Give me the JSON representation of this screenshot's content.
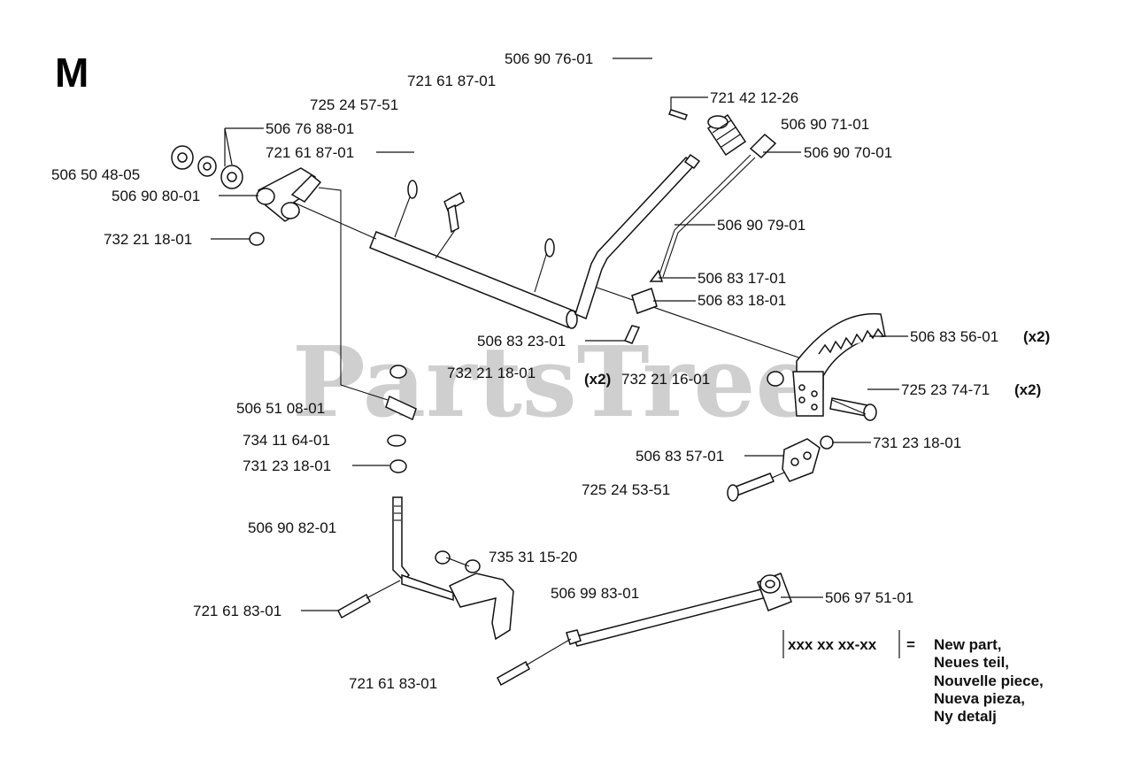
{
  "section_letter": "M",
  "watermark": "PartsTree",
  "labels": {
    "p_506907601": "506 90 76-01",
    "p_721618701_a": "721 61 87-01",
    "p_725245751": "725 24 57-51",
    "p_506768801": "506 76 88-01",
    "p_721618701_b": "721 61 87-01",
    "p_506504805": "506 50 48-05",
    "p_506908001": "506 90 80-01",
    "p_732211801_a": "732 21 18-01",
    "p_721421226": "721 42 12-26",
    "p_506907101": "506 90 71-01",
    "p_506907001": "506 90 70-01",
    "p_506907901": "506 90 79-01",
    "p_506831701": "506 83 17-01",
    "p_506831801": "506 83 18-01",
    "p_506832301": "506 83 23-01",
    "p_506835601": "506 83 56-01",
    "p_732211801_b": "732 21 18-01",
    "p_732211601": "732 21 16-01",
    "p_506510801": "506 51 08-01",
    "p_725237471": "725 23 74-71",
    "p_734116401": "734 11 64-01",
    "p_731231801_a": "731 23 18-01",
    "p_731231801_b": "731 23 18-01",
    "p_506835701": "506 83 57-01",
    "p_725245351": "725 24 53-51",
    "p_506908201": "506 90 82-01",
    "p_735311520": "735 31 15-20",
    "p_506998301": "506 99 83-01",
    "p_506975101": "506 97 51-01",
    "p_721618301_a": "721 61 83-01",
    "p_721618301_b": "721 61 83-01"
  },
  "qty": {
    "x2": "(x2)"
  },
  "legend": {
    "pattern": "xxx xx xx-xx",
    "equals": "=",
    "lines": [
      "New part,",
      "Neues teil,",
      "Nouvelle piece,",
      "Nueva pieza,",
      "Ny detalj"
    ]
  }
}
